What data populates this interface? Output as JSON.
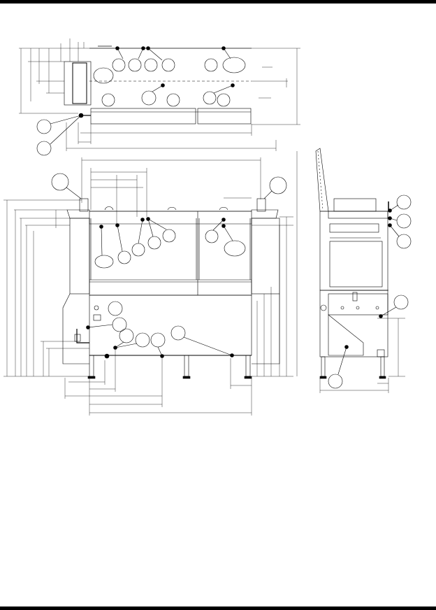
{
  "sheet": {
    "line_color": "#000000",
    "background": "#ffffff"
  },
  "views": {
    "plan_view": {
      "icon": "dishmachine-plan-view"
    },
    "front_elevation": {
      "icon": "dishmachine-front-elevation"
    },
    "side_elevation": {
      "icon": "dishmachine-side-elevation"
    }
  }
}
